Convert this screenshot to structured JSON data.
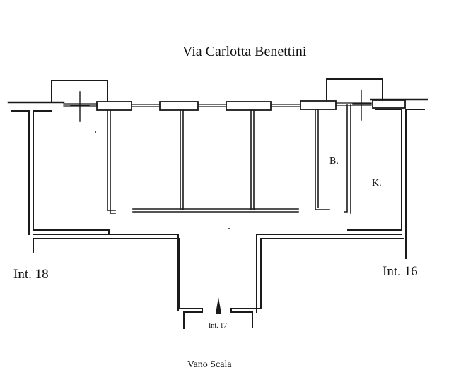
{
  "plan": {
    "street_name": "Via Carlotta Benettini",
    "units": {
      "left": "Int. 18",
      "right": "Int. 16",
      "center": "Int. 17"
    },
    "stairwell": "Vano Scala",
    "rooms": {
      "bathroom": "B.",
      "kitchen": "K."
    },
    "line_color": "#1a1a1a",
    "background": "#ffffff"
  }
}
